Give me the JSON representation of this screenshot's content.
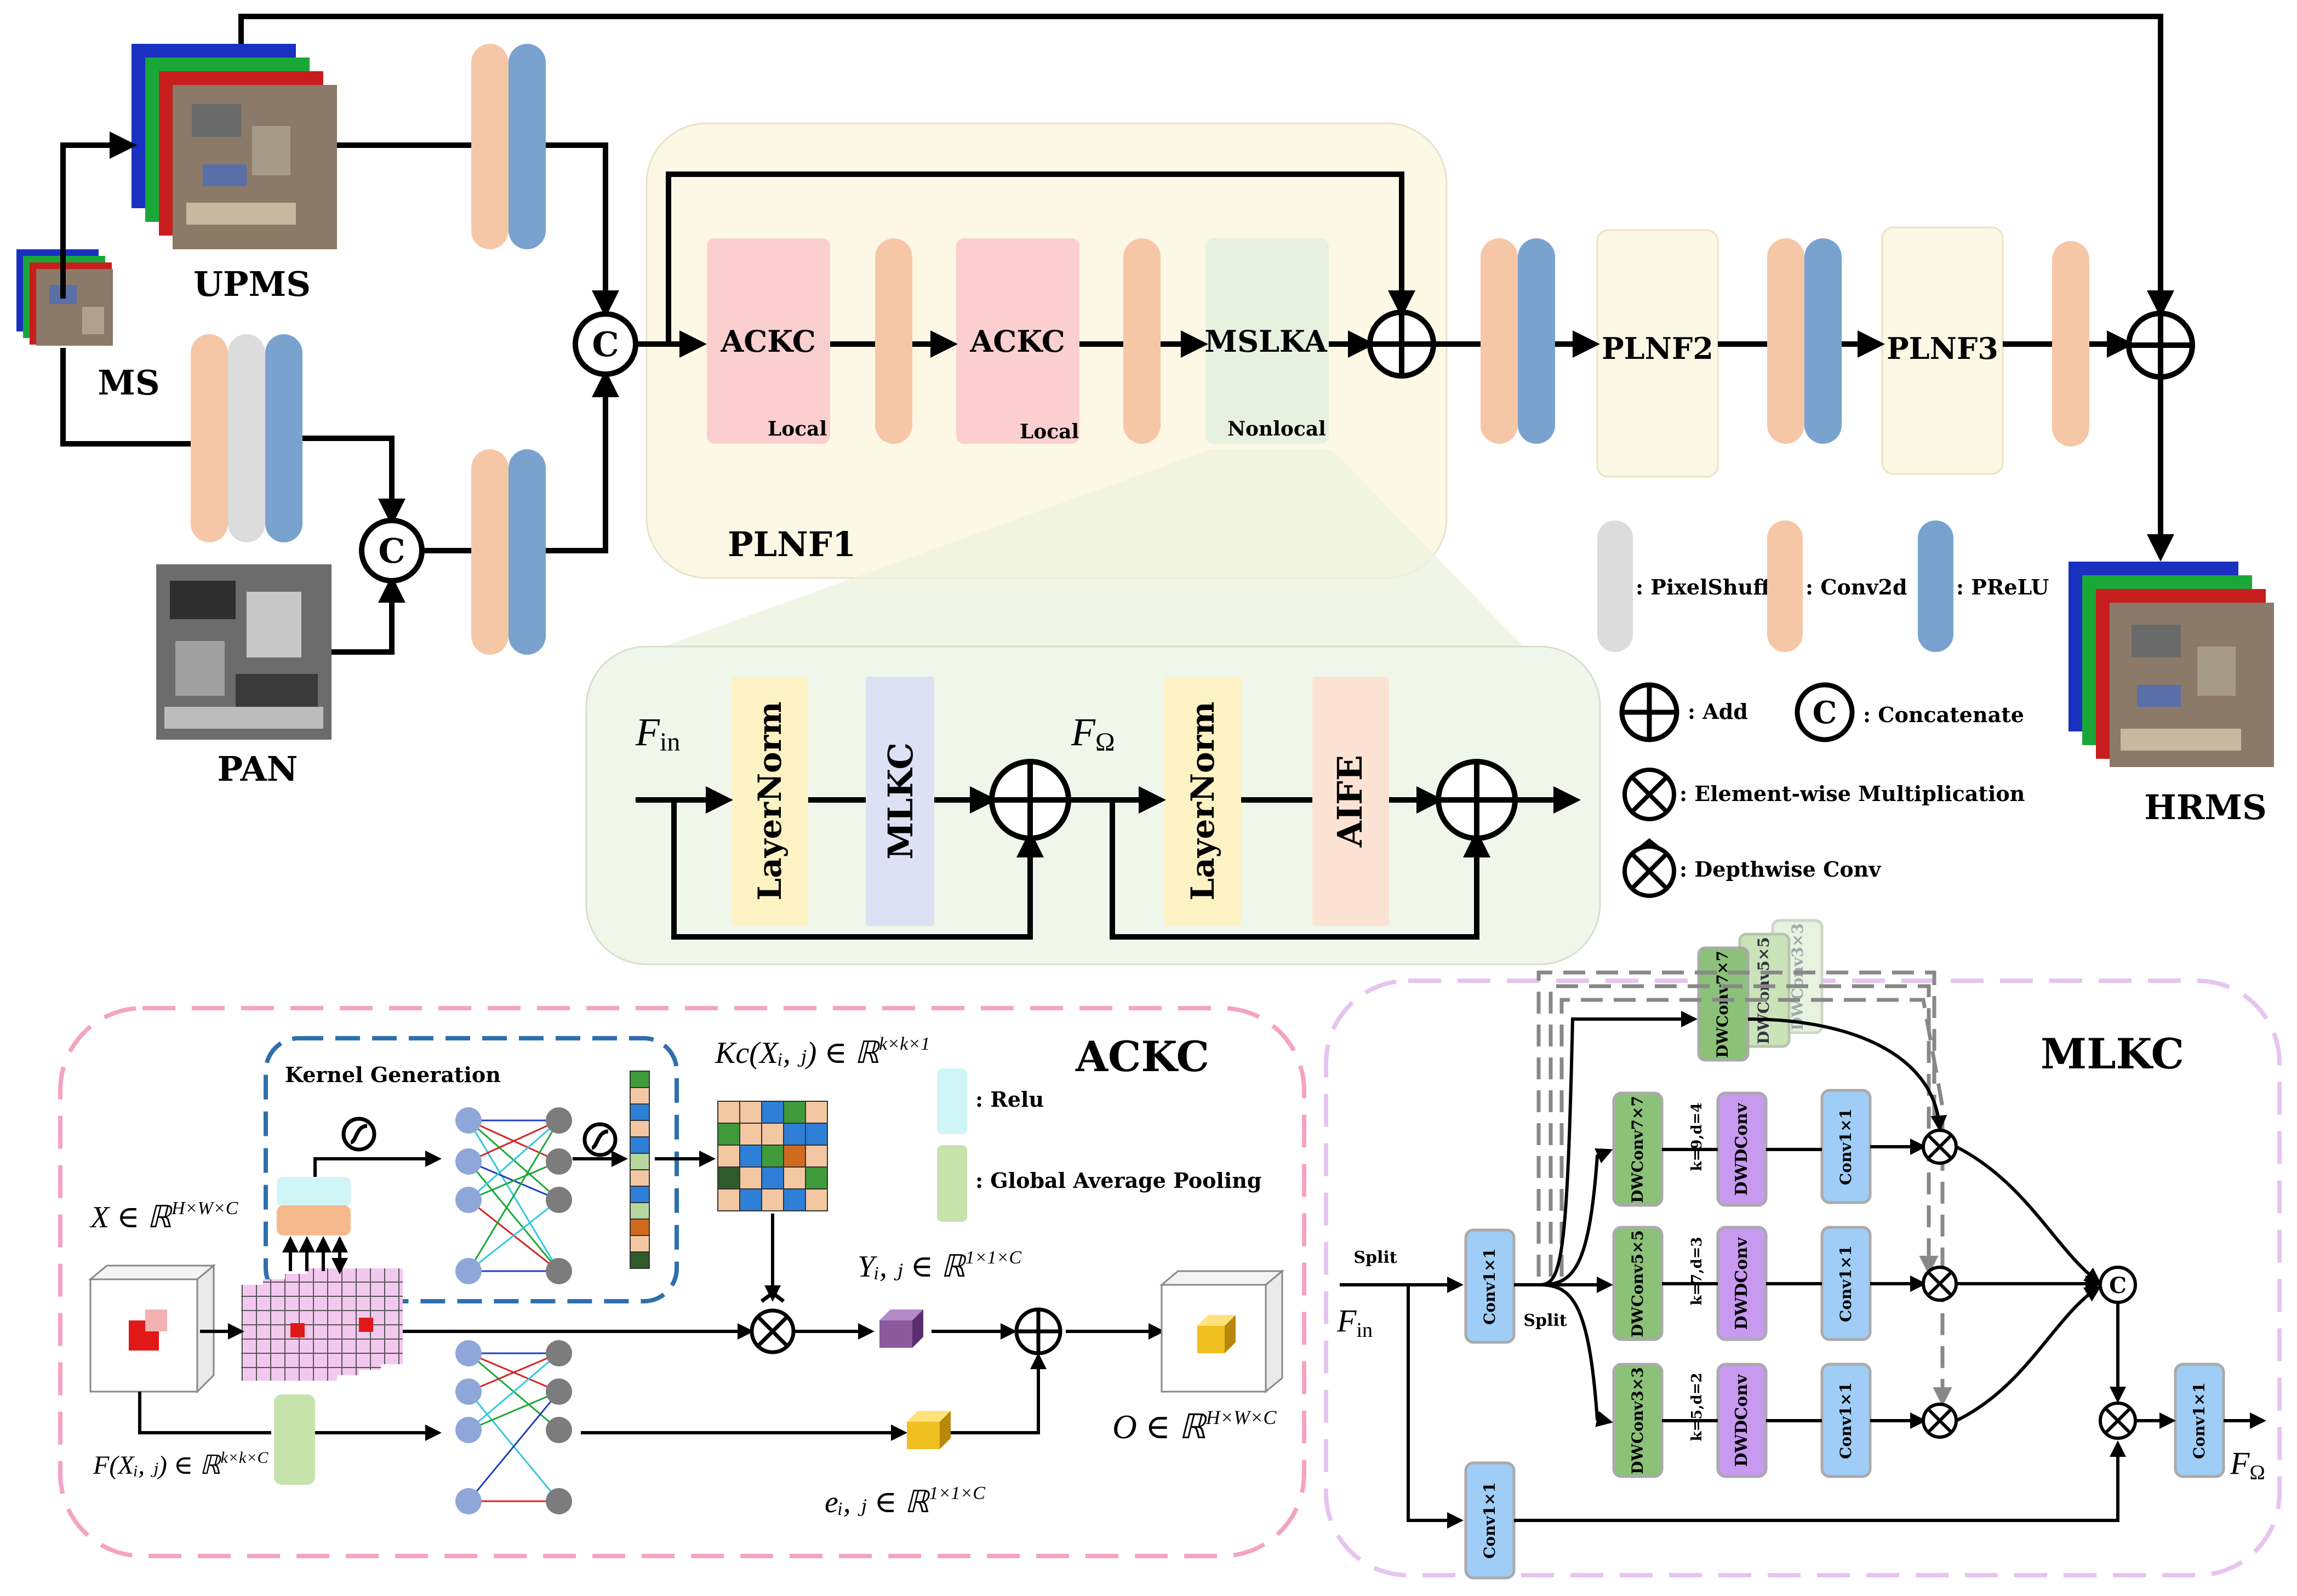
{
  "top": {
    "upms": "UPMS",
    "ms": "MS",
    "pan": "PAN",
    "hrms": "HRMS",
    "concat_symbol": "C",
    "plnf1": {
      "title": "PLNF1",
      "ackc1": "ACKC",
      "ackc2": "ACKC",
      "mslka": "MSLKA",
      "local1": "Local",
      "local2": "Local",
      "nonlocal": "Nonlocal"
    },
    "plnf2": "PLNF2",
    "plnf3": "PLNF3"
  },
  "legend": {
    "pixelshuffle": ": PixelShuffle",
    "conv2d": ": Conv2d",
    "prelu": ": PReLU",
    "add": ": Add",
    "concatenate": ": Concatenate",
    "elementwise": ": Element-wise Multiplication",
    "depthwise": ": Depthwise Conv",
    "colors": {
      "pixelshuffle": "#dcdcdc",
      "conv2d": "#f6c7a6",
      "prelu": "#7aa2cf"
    }
  },
  "mslka": {
    "fin": "F",
    "fin_sub": "in",
    "fomega": "F",
    "fomega_sub": "Ω",
    "layernorm1": "LayerNorm",
    "mlkc": "MLKC",
    "layernorm2": "LayerNorm",
    "aife": "AIFE"
  },
  "ackc": {
    "title": "ACKC",
    "kernel_generation": "Kernel Generation",
    "relu": ": Relu",
    "gap": ": Global Average Pooling",
    "x_label": "X ∈ ℝ",
    "x_sup": "H×W×C",
    "f_label": "F(Xᵢ, ⱼ) ∈ ℝ",
    "f_sup": "k×k×C",
    "kc_label": "Kc(Xᵢ, ⱼ) ∈ ℝ",
    "kc_sup": "k×k×1",
    "y_label": "Yᵢ, ⱼ ∈ ℝ",
    "y_sup": "1×1×C",
    "e_label": "eᵢ, ⱼ ∈ ℝ",
    "e_sup": "1×1×C",
    "o_label": "O ∈ ℝ",
    "o_sup": "H×W×C"
  },
  "mlkc": {
    "title": "MLKC",
    "split1": "Split",
    "split2": "Split",
    "fin": "F",
    "fin_sub": "in",
    "fomega": "F",
    "fomega_sub": "Ω",
    "conv1x1": "Conv1×1",
    "dw77": "DWConv7×7",
    "dw55": "DWConv5×5",
    "dw33": "DWConv3×3",
    "dwd": "DWDConv",
    "k9": "k=9,d=4",
    "k7": "k=7,d=3",
    "k5": "k=5,d=2",
    "c_symbol": "C"
  }
}
